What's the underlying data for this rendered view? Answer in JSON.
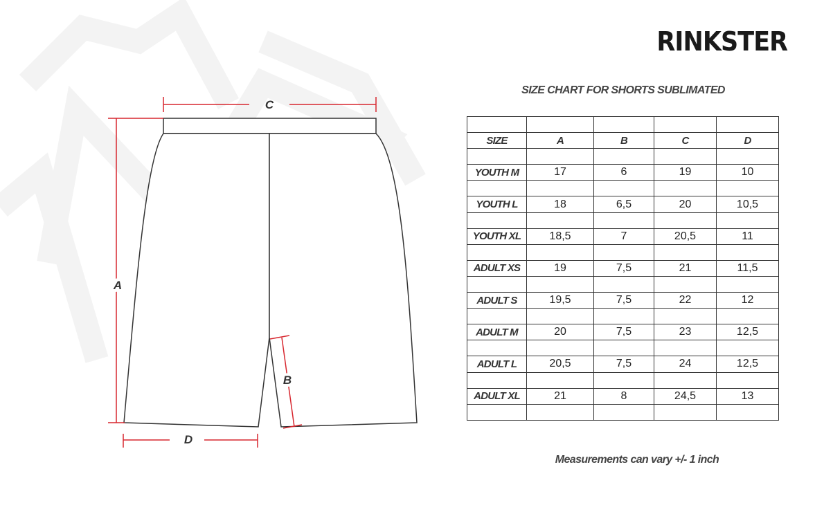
{
  "brand": {
    "logo_text": "RINKSTER"
  },
  "diagram": {
    "labels": {
      "a": "A",
      "b": "B",
      "c": "C",
      "d": "D"
    },
    "colors": {
      "dimension_line": "#d7262e",
      "outline": "#333333"
    }
  },
  "size_chart": {
    "title": "SIZE CHART FOR SHORTS SUBLIMATED",
    "headers": [
      "SIZE",
      "A",
      "B",
      "C",
      "D"
    ],
    "rows": [
      [
        "YOUTH M",
        "17",
        "6",
        "19",
        "10"
      ],
      [
        "YOUTH L",
        "18",
        "6,5",
        "20",
        "10,5"
      ],
      [
        "YOUTH XL",
        "18,5",
        "7",
        "20,5",
        "11"
      ],
      [
        "ADULT XS",
        "19",
        "7,5",
        "21",
        "11,5"
      ],
      [
        "ADULT S",
        "19,5",
        "7,5",
        "22",
        "12"
      ],
      [
        "ADULT M",
        "20",
        "7,5",
        "23",
        "12,5"
      ],
      [
        "ADULT L",
        "20,5",
        "7,5",
        "24",
        "12,5"
      ],
      [
        "ADULT XL",
        "21",
        "8",
        "24,5",
        "13"
      ]
    ]
  },
  "note": "Measurements can vary +/- 1 inch"
}
